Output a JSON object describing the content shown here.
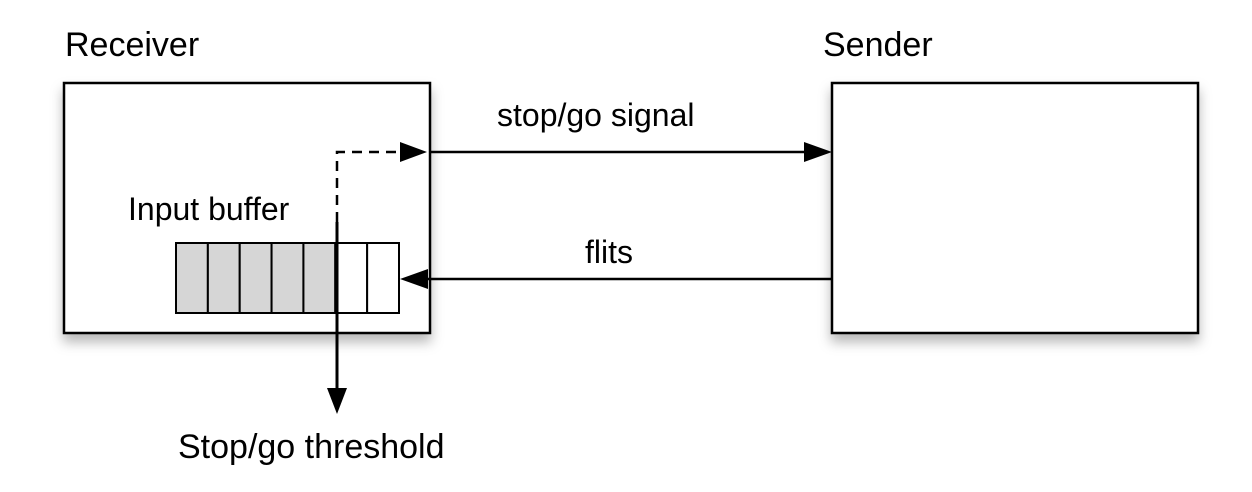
{
  "receiver": {
    "title": "Receiver",
    "buffer_label": "Input buffer",
    "buffer": {
      "slot_count": 7,
      "occupied_count": 5,
      "occupied_color": "#d6d6d6",
      "empty_color": "#ffffff"
    }
  },
  "sender": {
    "title": "Sender"
  },
  "links": {
    "signal_label": "stop/go signal",
    "data_label": "flits"
  },
  "threshold_label": "Stop/go threshold"
}
